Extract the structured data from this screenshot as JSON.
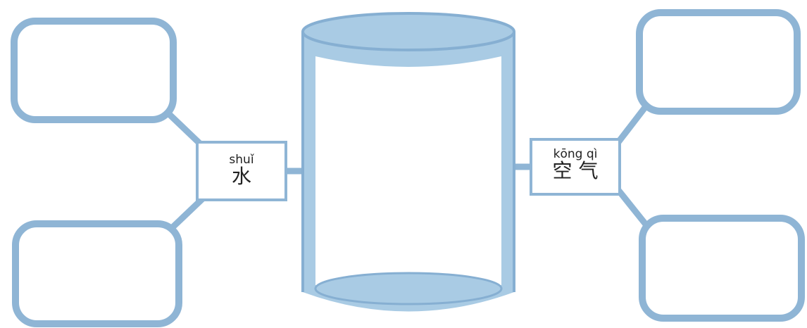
{
  "labels": {
    "water": {
      "pinyin": "shuǐ",
      "hanzi": "水"
    },
    "air": {
      "pinyin": "kōng qì",
      "hanzi": "空 气"
    }
  },
  "colors": {
    "outline": "#8fb5d5",
    "cylinder_fill": "#a9cbe4",
    "cylinder_edge": "#86afd2",
    "box_fill": "#ffffff"
  }
}
